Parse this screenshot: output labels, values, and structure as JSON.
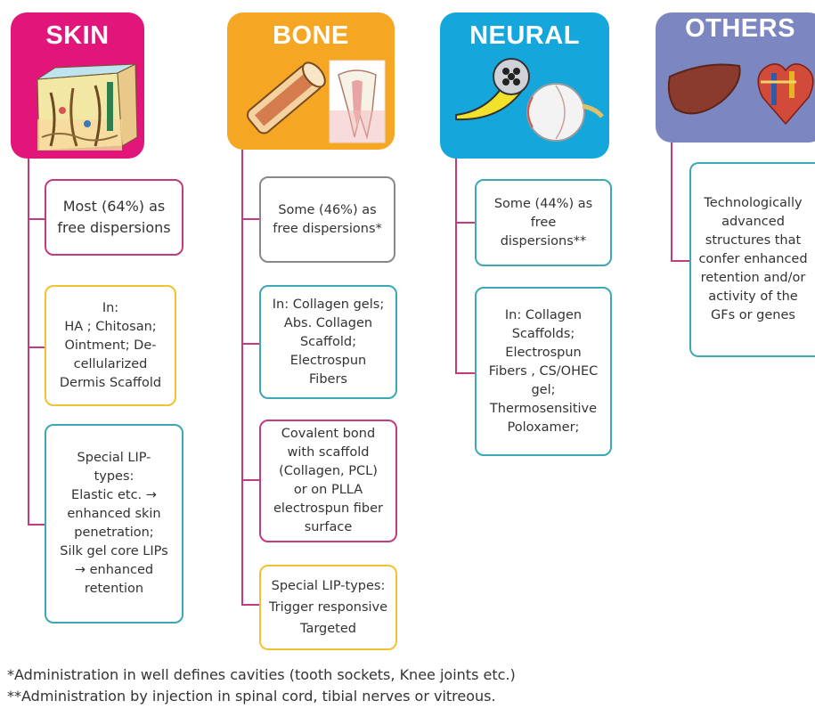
{
  "columns": [
    {
      "title": "SKIN",
      "boxes": [
        "Most (64%) as\nfree dispersions",
        "In:\nHA ; Chitosan;\nOintment; De-\ncellularized\nDermis Scaffold",
        "Special LIP-\ntypes:\nElastic etc. →\nenhanced skin\npenetration;\nSilk gel core LIPs\n→ enhanced\nretention"
      ]
    },
    {
      "title": "BONE",
      "boxes": [
        "Some (46%) as\nfree dispersions*",
        "In: Collagen gels;\nAbs. Collagen\nScaffold;\nElectrospun\nFibers",
        "Covalent bond\nwith scaffold\n(Collagen, PCL)\nor on PLLA\nelectrospun fiber\nsurface",
        "Special LIP-types:\nTrigger responsive\nTargeted"
      ]
    },
    {
      "title": "NEURAL",
      "boxes": [
        "Some (44%) as\nfree\ndispersions**",
        "In: Collagen\nScaffolds;\nElectrospun\nFibers , CS/OHEC\ngel;\nThermosensitive\nPoloxamer;"
      ]
    },
    {
      "title": "OTHERS",
      "boxes": [
        "Technologically\nadvanced\nstructures that\nconfer enhanced\nretention and/or\nactivity of the\nGFs or genes"
      ]
    }
  ],
  "footnotes": [
    "*Administration in well defines cavities (tooth sockets, Knee joints etc.)",
    "**Administration by injection in spinal cord, tibial nerves or vitreous."
  ],
  "colors": {
    "skin": "#e2157a",
    "bone": "#f5a623",
    "neural": "#15a7dc",
    "others": "#7c86c0",
    "box_pink": "#c23b7e",
    "box_yellow": "#f2c232",
    "box_teal": "#3aa9b3",
    "box_gray": "#888888"
  }
}
